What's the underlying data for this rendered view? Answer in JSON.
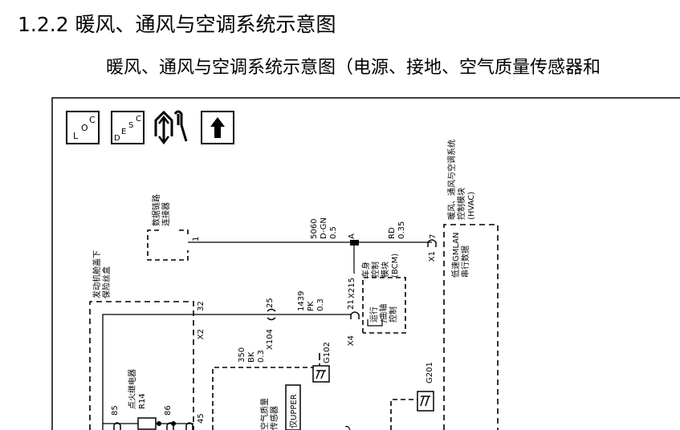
{
  "heading": {
    "section_title": "1.2.2 暖风、通风与空调系统示意图",
    "subtitle": "暖风、通风与空调系统示意图（电源、接地、空气质量传感器和"
  },
  "symbols": {
    "loc_letters": [
      "L",
      "O",
      "C"
    ],
    "desc_letters": [
      "D",
      "E",
      "S",
      "C"
    ],
    "tool_icon": "wrench-arrow-icon",
    "up_icon": "up-arrow-icon"
  },
  "diagram": {
    "dlc": {
      "name_line1": "数据链路",
      "name_line2": "连接器",
      "pin": "1"
    },
    "wire_5060": {
      "circuit": "5060",
      "color": "D-GN",
      "gauge": "0.5"
    },
    "x215": {
      "connector": "X215",
      "pin": "A"
    },
    "wire_rd": {
      "color": "RD",
      "gauge": "0.35"
    },
    "hvac": {
      "connector": "X1",
      "pin": "7",
      "line1": "暖风、通风与空调系统",
      "line2": "控制模块",
      "line3": "(HVAC)"
    },
    "gmlan": {
      "line1": "低速GMLAN",
      "line2": "串行数据"
    },
    "bcm": {
      "line1": "车身",
      "line2": "控制",
      "line3": "模块",
      "line4": "(BCM)"
    },
    "run_crank": {
      "line1": "运行",
      "line2": "/曲轴",
      "line3": "控制"
    },
    "fuse_block": {
      "line1": "发动机舱盖下",
      "line2": "保险丝盒"
    },
    "x2": {
      "connector": "X2",
      "pin_top": "32",
      "pin_bottom": "45"
    },
    "x104": {
      "connector": "X104",
      "pin": "25"
    },
    "wire_1439": {
      "circuit": "1439",
      "color": "PK",
      "gauge": "0.3"
    },
    "x4": {
      "connector": "X4",
      "pin": "21"
    },
    "g102": {
      "label": "G102"
    },
    "wire_350": {
      "circuit": "350",
      "color": "BK",
      "gauge": "0.3"
    },
    "g201": {
      "label": "G201"
    },
    "relay": {
      "name": "点火继电器",
      "id": "R14",
      "pin_left": "85",
      "pin_right": "86"
    },
    "aq_sensor": {
      "line1": "空气质量",
      "line2": "传感器"
    },
    "upper_tag": "仅UPPER"
  }
}
